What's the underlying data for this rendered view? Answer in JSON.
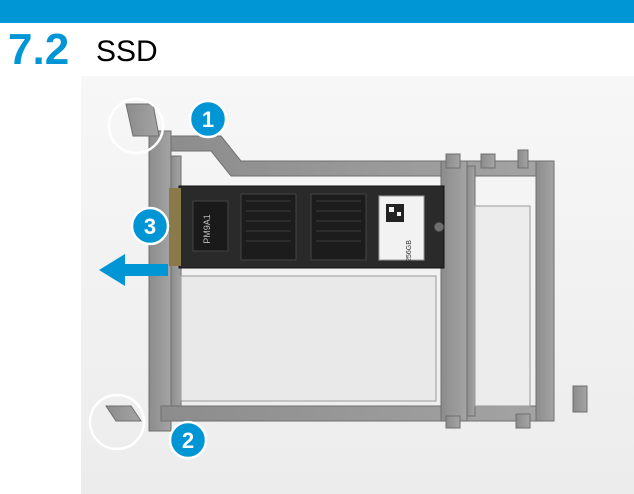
{
  "header": {
    "section_number": "7.2",
    "section_title": "SSD",
    "bar_color": "#0096d6"
  },
  "photo": {
    "subject": "SSD mounted in a plastic tray",
    "callouts": [
      {
        "label": "1"
      },
      {
        "label": "2"
      },
      {
        "label": "3"
      }
    ],
    "callout_color": "#0096d6",
    "arrow_icon": "arrow-left-icon",
    "ssd_label": {
      "brand": "PM9A1",
      "capacity": "256GB"
    }
  }
}
